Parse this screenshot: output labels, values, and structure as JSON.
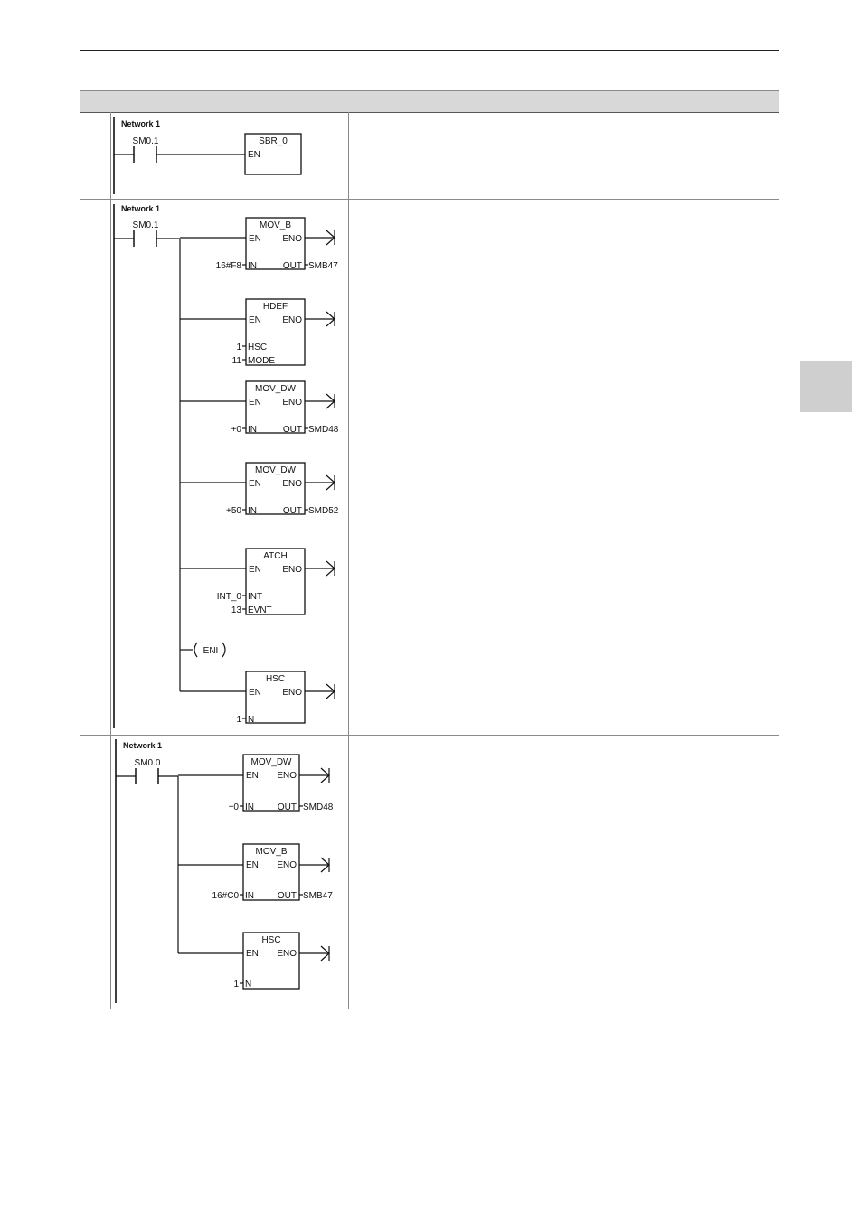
{
  "network_label": "Network 1",
  "rows": [
    {
      "contact": "SM0.1",
      "boxes": [
        {
          "title": "SBR_0",
          "en": "EN",
          "eno": "",
          "inputs": [],
          "outputs": []
        }
      ]
    },
    {
      "contact": "SM0.1",
      "boxes": [
        {
          "title": "MOV_B",
          "en": "EN",
          "eno": "ENO",
          "inputs": [
            {
              "pin": "IN",
              "value": "16#F8"
            }
          ],
          "outputs": [
            {
              "pin": "OUT",
              "value": "SMB47"
            }
          ]
        },
        {
          "title": "HDEF",
          "en": "EN",
          "eno": "ENO",
          "inputs": [
            {
              "pin": "HSC",
              "value": "1"
            },
            {
              "pin": "MODE",
              "value": "11"
            }
          ],
          "outputs": []
        },
        {
          "title": "MOV_DW",
          "en": "EN",
          "eno": "ENO",
          "inputs": [
            {
              "pin": "IN",
              "value": "+0"
            }
          ],
          "outputs": [
            {
              "pin": "OUT",
              "value": "SMD48"
            }
          ]
        },
        {
          "title": "MOV_DW",
          "en": "EN",
          "eno": "ENO",
          "inputs": [
            {
              "pin": "IN",
              "value": "+50"
            }
          ],
          "outputs": [
            {
              "pin": "OUT",
              "value": "SMD52"
            }
          ]
        },
        {
          "title": "ATCH",
          "en": "EN",
          "eno": "ENO",
          "inputs": [
            {
              "pin": "INT",
              "value": "INT_0"
            },
            {
              "pin": "EVNT",
              "value": "13"
            }
          ],
          "outputs": []
        },
        {
          "title": "HSC",
          "en": "EN",
          "eno": "ENO",
          "inputs": [
            {
              "pin": "N",
              "value": "1"
            }
          ],
          "outputs": []
        }
      ],
      "coil": "ENI"
    },
    {
      "contact": "SM0.0",
      "boxes": [
        {
          "title": "MOV_DW",
          "en": "EN",
          "eno": "ENO",
          "inputs": [
            {
              "pin": "IN",
              "value": "+0"
            }
          ],
          "outputs": [
            {
              "pin": "OUT",
              "value": "SMD48"
            }
          ]
        },
        {
          "title": "MOV_B",
          "en": "EN",
          "eno": "ENO",
          "inputs": [
            {
              "pin": "IN",
              "value": "16#C0"
            }
          ],
          "outputs": [
            {
              "pin": "OUT",
              "value": "SMB47"
            }
          ]
        },
        {
          "title": "HSC",
          "en": "EN",
          "eno": "ENO",
          "inputs": [
            {
              "pin": "N",
              "value": "1"
            }
          ],
          "outputs": []
        }
      ]
    }
  ]
}
